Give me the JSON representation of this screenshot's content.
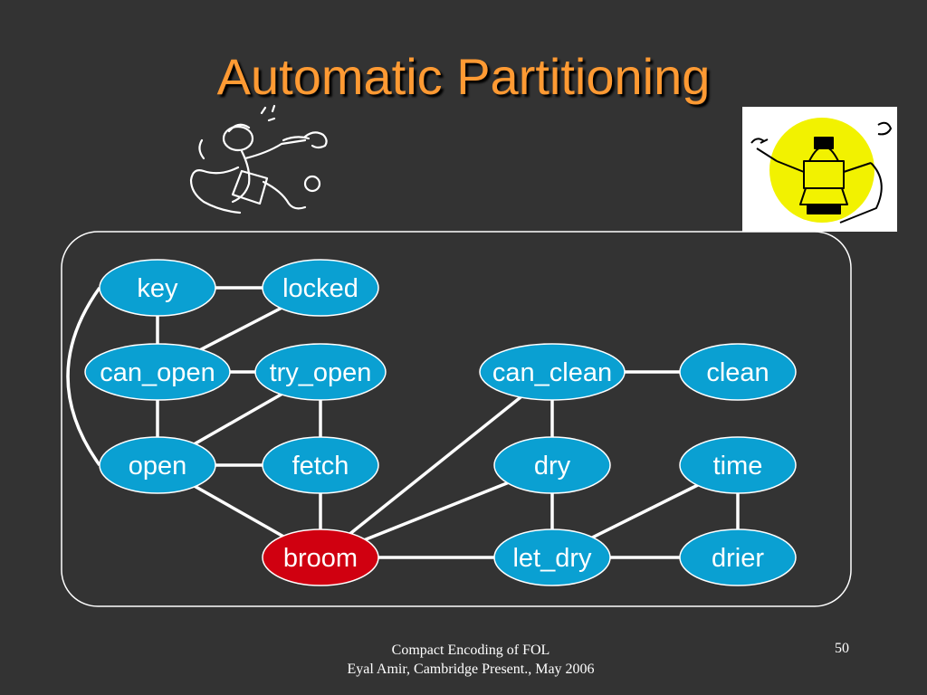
{
  "slide": {
    "title": "Automatic Partitioning",
    "footer_line1": "Compact Encoding of FOL",
    "footer_line2": "Eyal Amir, Cambridge Present., May 2006",
    "page_number": "50"
  },
  "colors": {
    "background": "#333333",
    "title": "#ff9a33",
    "node_fill": "#0aa0d2",
    "highlight_node_fill": "#d00010",
    "edge": "#ffffff"
  },
  "graph": {
    "nodes": [
      {
        "id": "key",
        "label": "key",
        "highlight": false
      },
      {
        "id": "locked",
        "label": "locked",
        "highlight": false
      },
      {
        "id": "can_open",
        "label": "can_open",
        "highlight": false
      },
      {
        "id": "try_open",
        "label": "try_open",
        "highlight": false
      },
      {
        "id": "open",
        "label": "open",
        "highlight": false
      },
      {
        "id": "fetch",
        "label": "fetch",
        "highlight": false
      },
      {
        "id": "broom",
        "label": "broom",
        "highlight": true
      },
      {
        "id": "can_clean",
        "label": "can_clean",
        "highlight": false
      },
      {
        "id": "clean",
        "label": "clean",
        "highlight": false
      },
      {
        "id": "dry",
        "label": "dry",
        "highlight": false
      },
      {
        "id": "time",
        "label": "time",
        "highlight": false
      },
      {
        "id": "let_dry",
        "label": "let_dry",
        "highlight": false
      },
      {
        "id": "drier",
        "label": "drier",
        "highlight": false
      }
    ],
    "edges": [
      [
        "key",
        "locked"
      ],
      [
        "key",
        "can_open"
      ],
      [
        "locked",
        "can_open"
      ],
      [
        "can_open",
        "try_open"
      ],
      [
        "can_open",
        "open"
      ],
      [
        "try_open",
        "open"
      ],
      [
        "try_open",
        "fetch"
      ],
      [
        "open",
        "fetch"
      ],
      [
        "open",
        "broom"
      ],
      [
        "fetch",
        "broom"
      ],
      [
        "key",
        "open"
      ],
      [
        "broom",
        "can_clean"
      ],
      [
        "broom",
        "dry"
      ],
      [
        "broom",
        "let_dry"
      ],
      [
        "can_clean",
        "clean"
      ],
      [
        "can_clean",
        "dry"
      ],
      [
        "dry",
        "let_dry"
      ],
      [
        "time",
        "let_dry"
      ],
      [
        "time",
        "drier"
      ],
      [
        "let_dry",
        "drier"
      ]
    ]
  }
}
